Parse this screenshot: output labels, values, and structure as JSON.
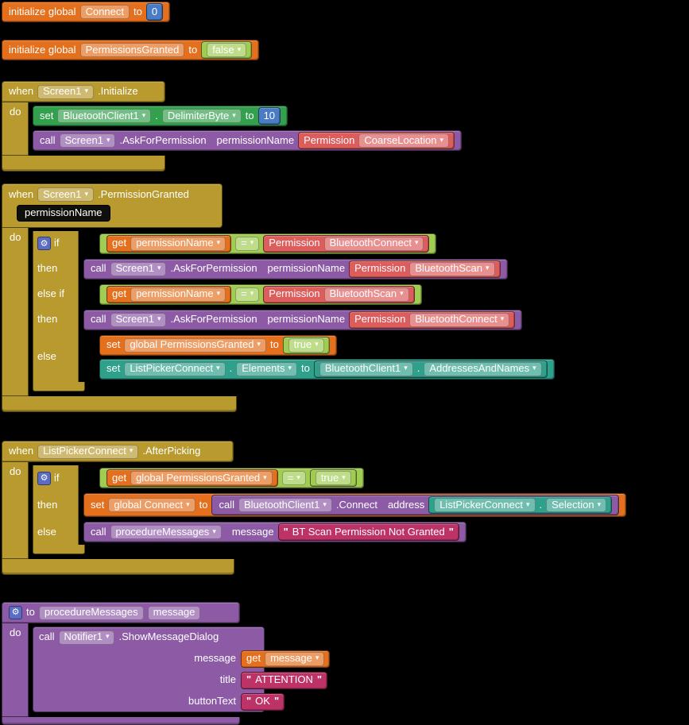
{
  "icons": {
    "dropdown": "▾",
    "gear": "⚙",
    "quote": "\""
  },
  "blocks": {
    "init_connect": {
      "keyword": "initialize global",
      "name": "Connect",
      "to": "to",
      "value": "0"
    },
    "init_permissions": {
      "keyword": "initialize global",
      "name": "PermissionsGranted",
      "to": "to",
      "value": "false"
    },
    "screen_initialize": {
      "when": "when",
      "component": "Screen1",
      "event": ".Initialize",
      "do": "do",
      "set_delimiter": {
        "set": "set",
        "component": "BluetoothClient1",
        "dot": ".",
        "property": "DelimiterByte",
        "to": "to",
        "value": "10"
      },
      "ask_permission": {
        "call": "call",
        "component": "Screen1",
        "method": ".AskForPermission",
        "arg": "permissionName",
        "permission": {
          "label": "Permission",
          "value": "CoarseLocation"
        }
      }
    },
    "permission_granted": {
      "when": "when",
      "component": "Screen1",
      "event": ".PermissionGranted",
      "param": "permissionName",
      "do": "do",
      "if": "if",
      "then1": "then",
      "else_if": "else if",
      "then2": "then",
      "else": "else",
      "cond1": {
        "get": "get",
        "variable": "permissionName",
        "op": "=",
        "permission": {
          "label": "Permission",
          "value": "BluetoothConnect"
        }
      },
      "ask_scan": {
        "call": "call",
        "component": "Screen1",
        "method": ".AskForPermission",
        "arg": "permissionName",
        "permission": {
          "label": "Permission",
          "value": "BluetoothScan"
        }
      },
      "cond2": {
        "get": "get",
        "variable": "permissionName",
        "op": "=",
        "permission": {
          "label": "Permission",
          "value": "BluetoothScan"
        }
      },
      "ask_connect": {
        "call": "call",
        "component": "Screen1",
        "method": ".AskForPermission",
        "arg": "permissionName",
        "permission": {
          "label": "Permission",
          "value": "BluetoothConnect"
        }
      },
      "set_granted": {
        "set": "set",
        "variable": "global PermissionsGranted",
        "to": "to",
        "value": "true"
      },
      "set_elements": {
        "set": "set",
        "component": "ListPickerConnect",
        "dot": ".",
        "property": "Elements",
        "to": "to",
        "getter": {
          "component": "BluetoothClient1",
          "dot": ".",
          "property": "AddressesAndNames"
        }
      }
    },
    "after_picking": {
      "when": "when",
      "component": "ListPickerConnect",
      "event": ".AfterPicking",
      "do": "do",
      "if": "if",
      "then": "then",
      "else": "else",
      "cond": {
        "get": "get",
        "variable": "global PermissionsGranted",
        "op": "=",
        "value": "true"
      },
      "set_connect": {
        "set": "set",
        "variable": "global Connect",
        "to": "to",
        "call": {
          "call": "call",
          "component": "BluetoothClient1",
          "method": ".Connect",
          "arg": "address",
          "getter": {
            "component": "ListPickerConnect",
            "dot": ".",
            "property": "Selection"
          }
        }
      },
      "call_messages": {
        "call": "call",
        "procedure": "procedureMessages",
        "arg": "message",
        "text": " BT Scan Permission Not Granted "
      }
    },
    "procedure": {
      "to": "to",
      "name": "procedureMessages",
      "param": "message",
      "do": "do",
      "call": {
        "call": "call",
        "component": "Notifier1",
        "method": ".ShowMessageDialog",
        "arg_message": "message",
        "arg_title": "title",
        "arg_buttontext": "buttonText",
        "get_message": {
          "get": "get",
          "variable": "message"
        },
        "title": " ATTENTION ",
        "buttontext": " OK "
      }
    }
  }
}
